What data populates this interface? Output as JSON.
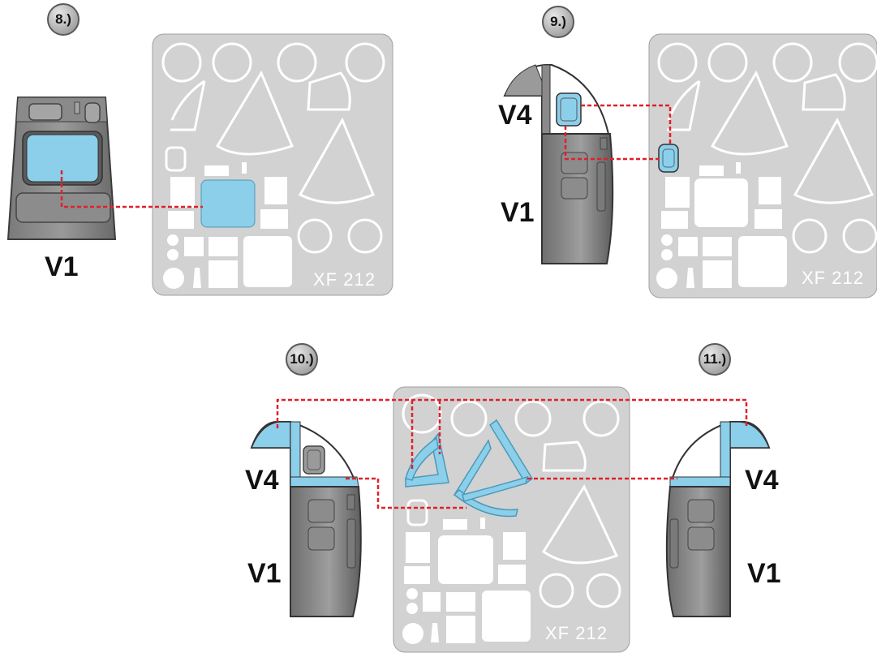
{
  "steps": {
    "s8": "8.)",
    "s9": "9.)",
    "s10": "10.)",
    "s11": "11.)"
  },
  "labels": {
    "v1_step8": "V1",
    "v4_step9": "V4",
    "v1_step9": "V1",
    "v4_step10": "V4",
    "v1_step10": "V1",
    "v4_step11": "V4",
    "v1_step11": "V1"
  },
  "sheet_code": "XF 212",
  "colors": {
    "sheet": "#d2d2d2",
    "mask_highlight": "#8ccfea",
    "leader_line": "#e0202a",
    "frame_dark": "#5f5f5f",
    "frame_mid": "#8f8f8f",
    "panel_light": "#bdbdbd"
  }
}
